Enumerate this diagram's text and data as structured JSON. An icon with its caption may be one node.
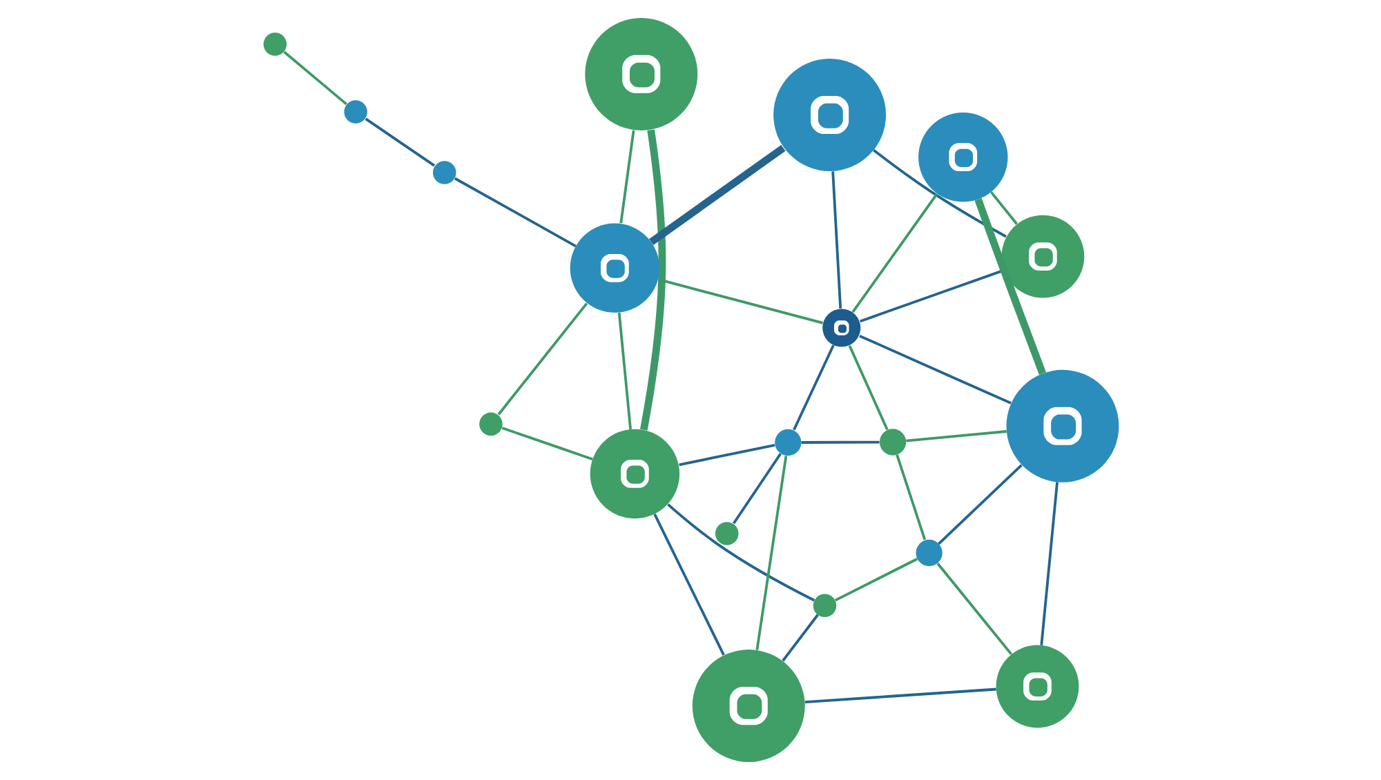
{
  "diagram": {
    "nodes": [
      {
        "text": [],
        "shape": "circle"
      },
      {
        "text": [],
        "shape": "circle"
      },
      {
        "text": [],
        "shape": "circle"
      },
      {
        "text": [],
        "shape": "circle"
      },
      {
        "text": [],
        "shape": "circle"
      },
      {
        "text": [],
        "shape": "circle"
      },
      {
        "text": [],
        "shape": "circle"
      },
      {
        "text": [],
        "shape": "circle"
      },
      {
        "text": [],
        "shape": "circle"
      },
      {
        "text": [],
        "shape": "circle"
      },
      {
        "text": [],
        "shape": "circle"
      },
      {
        "text": [],
        "shape": "circle"
      },
      {
        "text": [],
        "shape": "circle"
      },
      {
        "text": [],
        "shape": "circle"
      },
      {
        "text": [],
        "shape": "circle"
      },
      {
        "text": [],
        "shape": "circle"
      },
      {
        "text": [],
        "shape": "circle"
      },
      {
        "text": [],
        "shape": "circle"
      },
      {
        "text": [],
        "shape": "circle"
      }
    ],
    "edges": [
      {
        "from": 0,
        "to": 2,
        "arrow": "none",
        "color": "#3d9a68"
      },
      {
        "from": 0,
        "to": 1,
        "arrow": "none",
        "style": "thick",
        "color": "#3d9a68"
      },
      {
        "from": 2,
        "to": 1,
        "arrow": "none",
        "color": "#3d9a68"
      },
      {
        "from": 2,
        "to": 3,
        "arrow": "none",
        "color": "#3d9a68"
      },
      {
        "from": 3,
        "to": 1,
        "arrow": "none",
        "color": "#3d9a68"
      },
      {
        "from": 2,
        "to": 7,
        "arrow": "none",
        "style": "thick"
      },
      {
        "from": 2,
        "to": 4,
        "arrow": "none"
      },
      {
        "from": 4,
        "to": 6,
        "arrow": "none"
      },
      {
        "from": 6,
        "to": 8,
        "arrow": "none",
        "color": "#3d9a68"
      },
      {
        "from": 2,
        "to": 11,
        "arrow": "none",
        "color": "#3d9a68"
      },
      {
        "from": 1,
        "to": 9,
        "arrow": "none"
      },
      {
        "from": 1,
        "to": 10,
        "arrow": "none"
      },
      {
        "from": 1,
        "to": 5,
        "arrow": "none"
      },
      {
        "from": 7,
        "to": 11,
        "arrow": "none"
      },
      {
        "from": 7,
        "to": 15,
        "arrow": "none"
      },
      {
        "from": 11,
        "to": 9,
        "arrow": "none"
      },
      {
        "from": 9,
        "to": 5,
        "arrow": "none",
        "color": "#3d9a68"
      },
      {
        "from": 9,
        "to": 12,
        "arrow": "none"
      },
      {
        "from": 9,
        "to": 13,
        "arrow": "none"
      },
      {
        "from": 11,
        "to": 13,
        "arrow": "none",
        "color": "#3d9a68"
      },
      {
        "from": 13,
        "to": 18,
        "arrow": "none",
        "color": "#3d9a68"
      },
      {
        "from": 13,
        "to": 14,
        "arrow": "none",
        "color": "#3d9a68"
      },
      {
        "from": 14,
        "to": 16,
        "arrow": "none",
        "color": "#3d9a68"
      },
      {
        "from": 14,
        "to": 10,
        "arrow": "none",
        "color": "#3d9a68"
      },
      {
        "from": 14,
        "to": 18,
        "arrow": "none"
      },
      {
        "from": 10,
        "to": 5,
        "arrow": "none"
      },
      {
        "from": 5,
        "to": 16,
        "arrow": "none"
      },
      {
        "from": 16,
        "to": 18,
        "arrow": "none"
      },
      {
        "from": 11,
        "to": 15,
        "arrow": "none"
      },
      {
        "from": 15,
        "to": 17,
        "arrow": "none",
        "color": "#3d9a68"
      },
      {
        "from": 11,
        "to": 17,
        "arrow": "none",
        "color": "#3d9a68"
      },
      {
        "from": 11,
        "to": 18,
        "arrow": "none"
      },
      {
        "from": 17,
        "to": 18,
        "arrow": "none",
        "style": "thick",
        "color": "#3d9a68"
      }
    ]
  }
}
